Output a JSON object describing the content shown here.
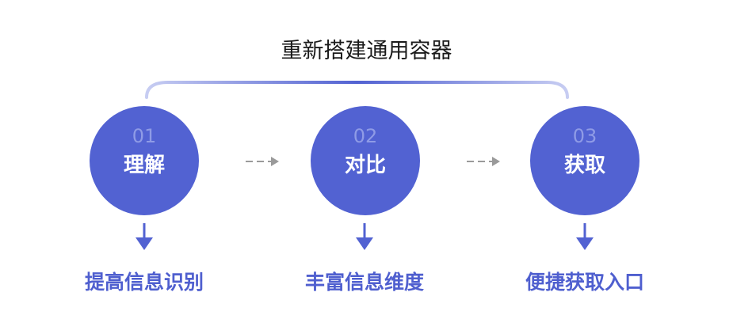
{
  "title": "重新搭建通用容器",
  "steps": [
    {
      "number": "01",
      "label": "理解",
      "outcome": "提高信息识别"
    },
    {
      "number": "02",
      "label": "对比",
      "outcome": "丰富信息维度"
    },
    {
      "number": "03",
      "label": "获取",
      "outcome": "便捷获取入口"
    }
  ],
  "colors": {
    "circle": "#5262d2",
    "number": "#8f9be6",
    "outcome": "#4f5fcf",
    "arc_start": "#5262d2",
    "arc_end": "#c7cdf2",
    "dash_arrow": "#9a9a9a"
  },
  "icons": {
    "connector": "dashed-right-arrow-icon",
    "down": "down-arrow-icon"
  }
}
